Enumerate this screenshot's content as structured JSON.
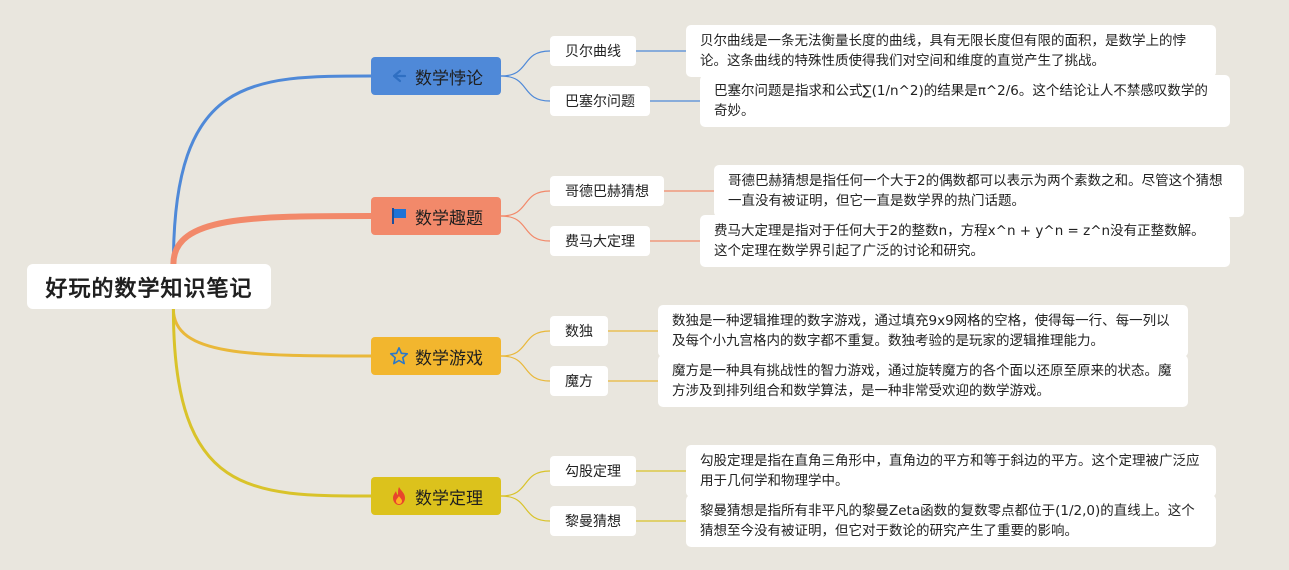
{
  "root": {
    "title": "好玩的数学知识笔记"
  },
  "colors": {
    "background": "#e9e6de",
    "branch_1": "#4f89d8",
    "branch_2": "#f2896a",
    "branch_3": "#f2b62e",
    "branch_4": "#dcc21c",
    "link_3": "#e9b83a",
    "link_4": "#d9c32a"
  },
  "branches": [
    {
      "label": "数学悖论",
      "icon": "back-arrow-icon",
      "leaves": [
        {
          "label": "贝尔曲线",
          "note": "贝尔曲线是一条无法衡量长度的曲线，具有无限长度但有限的面积，是数学上的悖论。这条曲线的特殊性质使得我们对空间和维度的直觉产生了挑战。"
        },
        {
          "label": "巴塞尔问题",
          "note": "巴塞尔问题是指求和公式∑(1/n^2)的结果是π^2/6。这个结论让人不禁感叹数学的奇妙。"
        }
      ]
    },
    {
      "label": "数学趣题",
      "icon": "flag-icon",
      "leaves": [
        {
          "label": "哥德巴赫猜想",
          "note": "哥德巴赫猜想是指任何一个大于2的偶数都可以表示为两个素数之和。尽管这个猜想一直没有被证明，但它一直是数学界的热门话题。"
        },
        {
          "label": "费马大定理",
          "note": "费马大定理是指对于任何大于2的整数n，方程x^n + y^n = z^n没有正整数解。这个定理在数学界引起了广泛的讨论和研究。"
        }
      ]
    },
    {
      "label": "数学游戏",
      "icon": "star-icon",
      "leaves": [
        {
          "label": "数独",
          "note": "数独是一种逻辑推理的数字游戏，通过填充9x9网格的空格，使得每一行、每一列以及每个小九宫格内的数字都不重复。数独考验的是玩家的逻辑推理能力。"
        },
        {
          "label": "魔方",
          "note": "魔方是一种具有挑战性的智力游戏，通过旋转魔方的各个面以还原至原来的状态。魔方涉及到排列组合和数学算法，是一种非常受欢迎的数学游戏。"
        }
      ]
    },
    {
      "label": "数学定理",
      "icon": "fire-icon",
      "leaves": [
        {
          "label": "勾股定理",
          "note": "勾股定理是指在直角三角形中，直角边的平方和等于斜边的平方。这个定理被广泛应用于几何学和物理学中。"
        },
        {
          "label": "黎曼猜想",
          "note": "黎曼猜想是指所有非平凡的黎曼Zeta函数的复数零点都位于(1/2,0)的直线上。这个猜想至今没有被证明，但它对于数论的研究产生了重要的影响。"
        }
      ]
    }
  ]
}
